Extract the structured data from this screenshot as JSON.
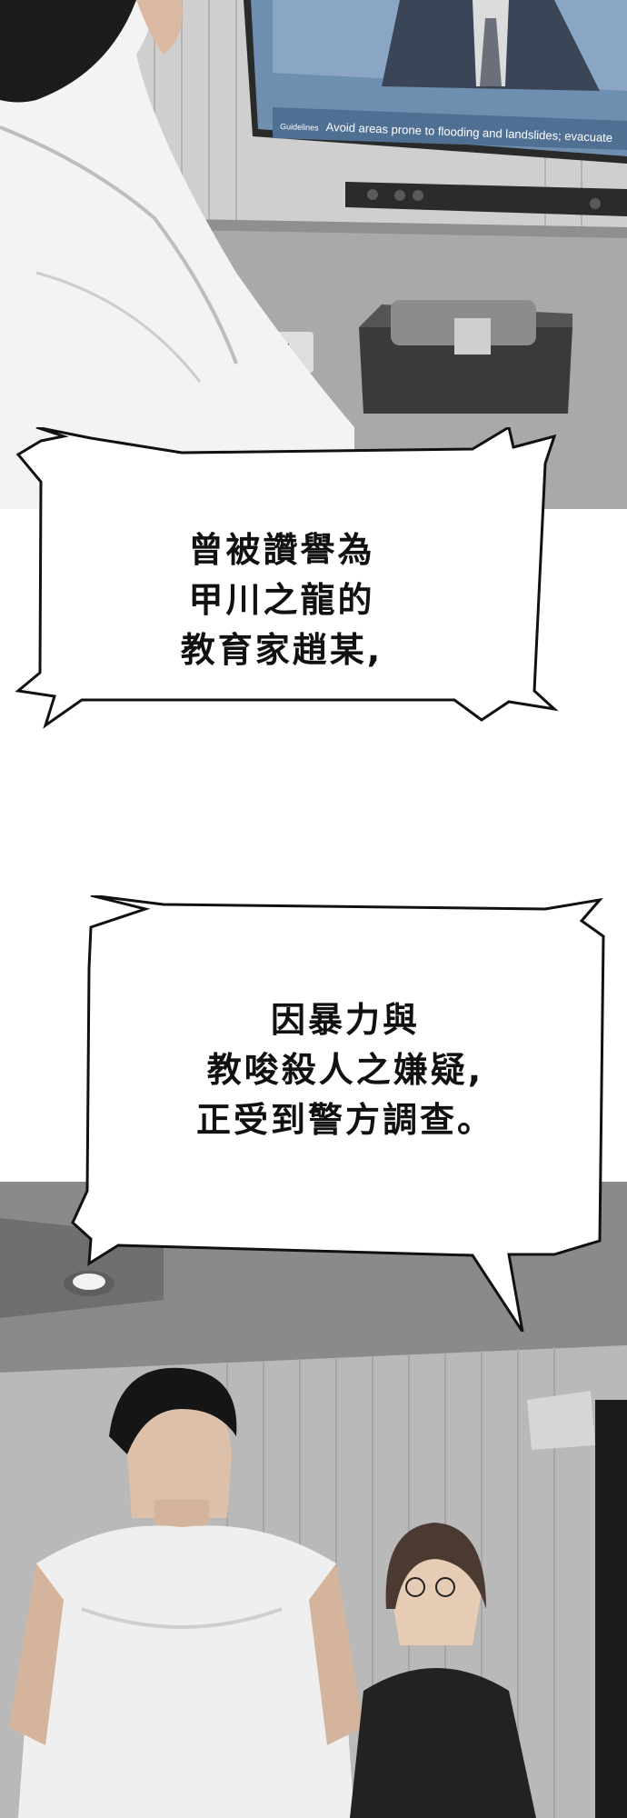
{
  "news_ticker": {
    "tag": "Guidelines",
    "text": "Avoid areas prone to flooding and landslides; evacuate"
  },
  "bubble_1": {
    "lines": [
      "曾被讚譽為",
      "甲川之龍的",
      "教育家趙某,"
    ]
  },
  "bubble_2": {
    "lines": [
      "因暴力與",
      "教唆殺人之嫌疑,",
      "正受到警方調查。"
    ]
  }
}
